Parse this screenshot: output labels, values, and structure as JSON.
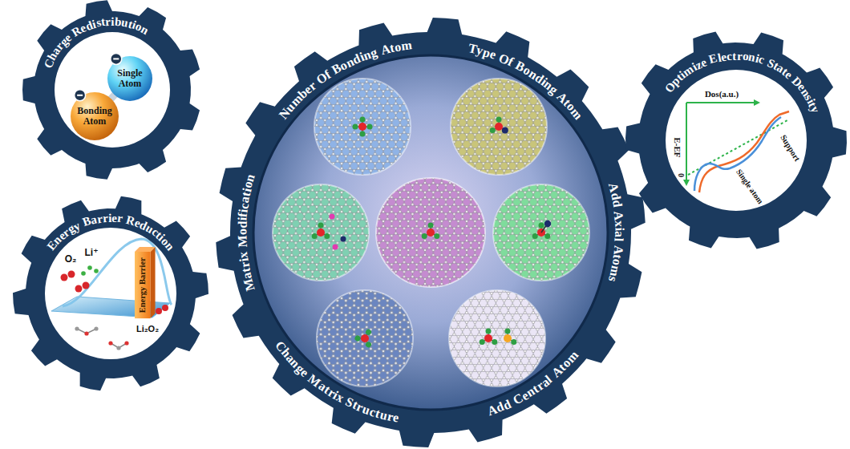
{
  "diagram": {
    "nodes": [
      {
        "text": [
          "Charge Redistribution"
        ]
      },
      {
        "text": [
          "Single Atom"
        ],
        "in": 0
      },
      {
        "text": [
          "Bonding Atom"
        ],
        "in": 0
      },
      {
        "text": [
          "Energy Barrier Reduction"
        ]
      },
      {
        "text": [
          "Energy Barrier"
        ],
        "in": 3
      },
      {
        "text": [
          "Number Of Bonding Atom",
          "Type Of Bonding Atom",
          "Add Axial Atoms",
          "Add Central Atom",
          "Change Matrix Structure",
          "Matrix Modification"
        ]
      },
      {
        "text": [
          "Optimize Electronic State Density"
        ]
      }
    ],
    "labels": [
      "O₂",
      "Li⁺",
      "Li₂O₂",
      "Dos(a.u.)",
      "E-EF",
      "0",
      "Support",
      "Single atom"
    ]
  }
}
